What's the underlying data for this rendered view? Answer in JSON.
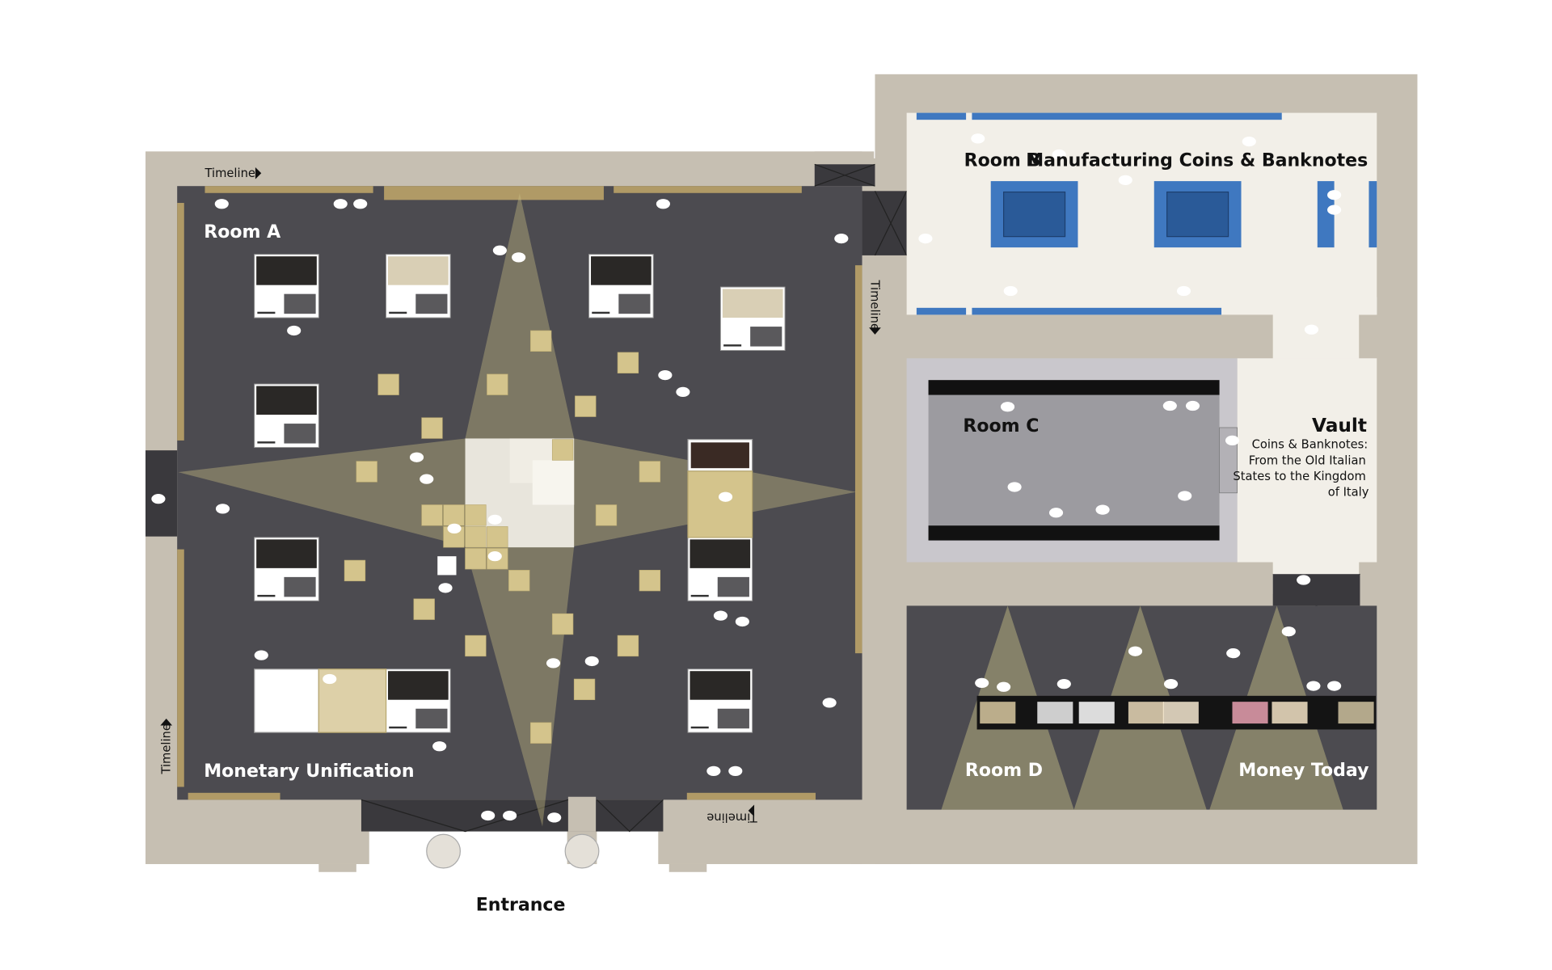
{
  "rooms": {
    "room_a": "Room A",
    "monetary": "Monetary Unification",
    "room_b": "Room B",
    "manufacturing": "Manufacturing Coins & Banknotes",
    "room_c": "Room C",
    "vault": "Vault",
    "vault_desc": [
      "Coins & Banknotes:",
      "From the Old Italian",
      "States to the Kingdom",
      "of Italy"
    ],
    "room_d": "Room D",
    "money_today": "Money Today"
  },
  "timeline_label": "Timeline",
  "entrance": "Entrance",
  "colors": {
    "wall": "#c6bfb2",
    "dark_floor": "#4c4b50",
    "light_floor": "#f2efe8",
    "room_c": "#9c9ba0",
    "gold": "#b09a66",
    "blue": "#3f78c0",
    "blue_dark": "#2a5a98"
  }
}
